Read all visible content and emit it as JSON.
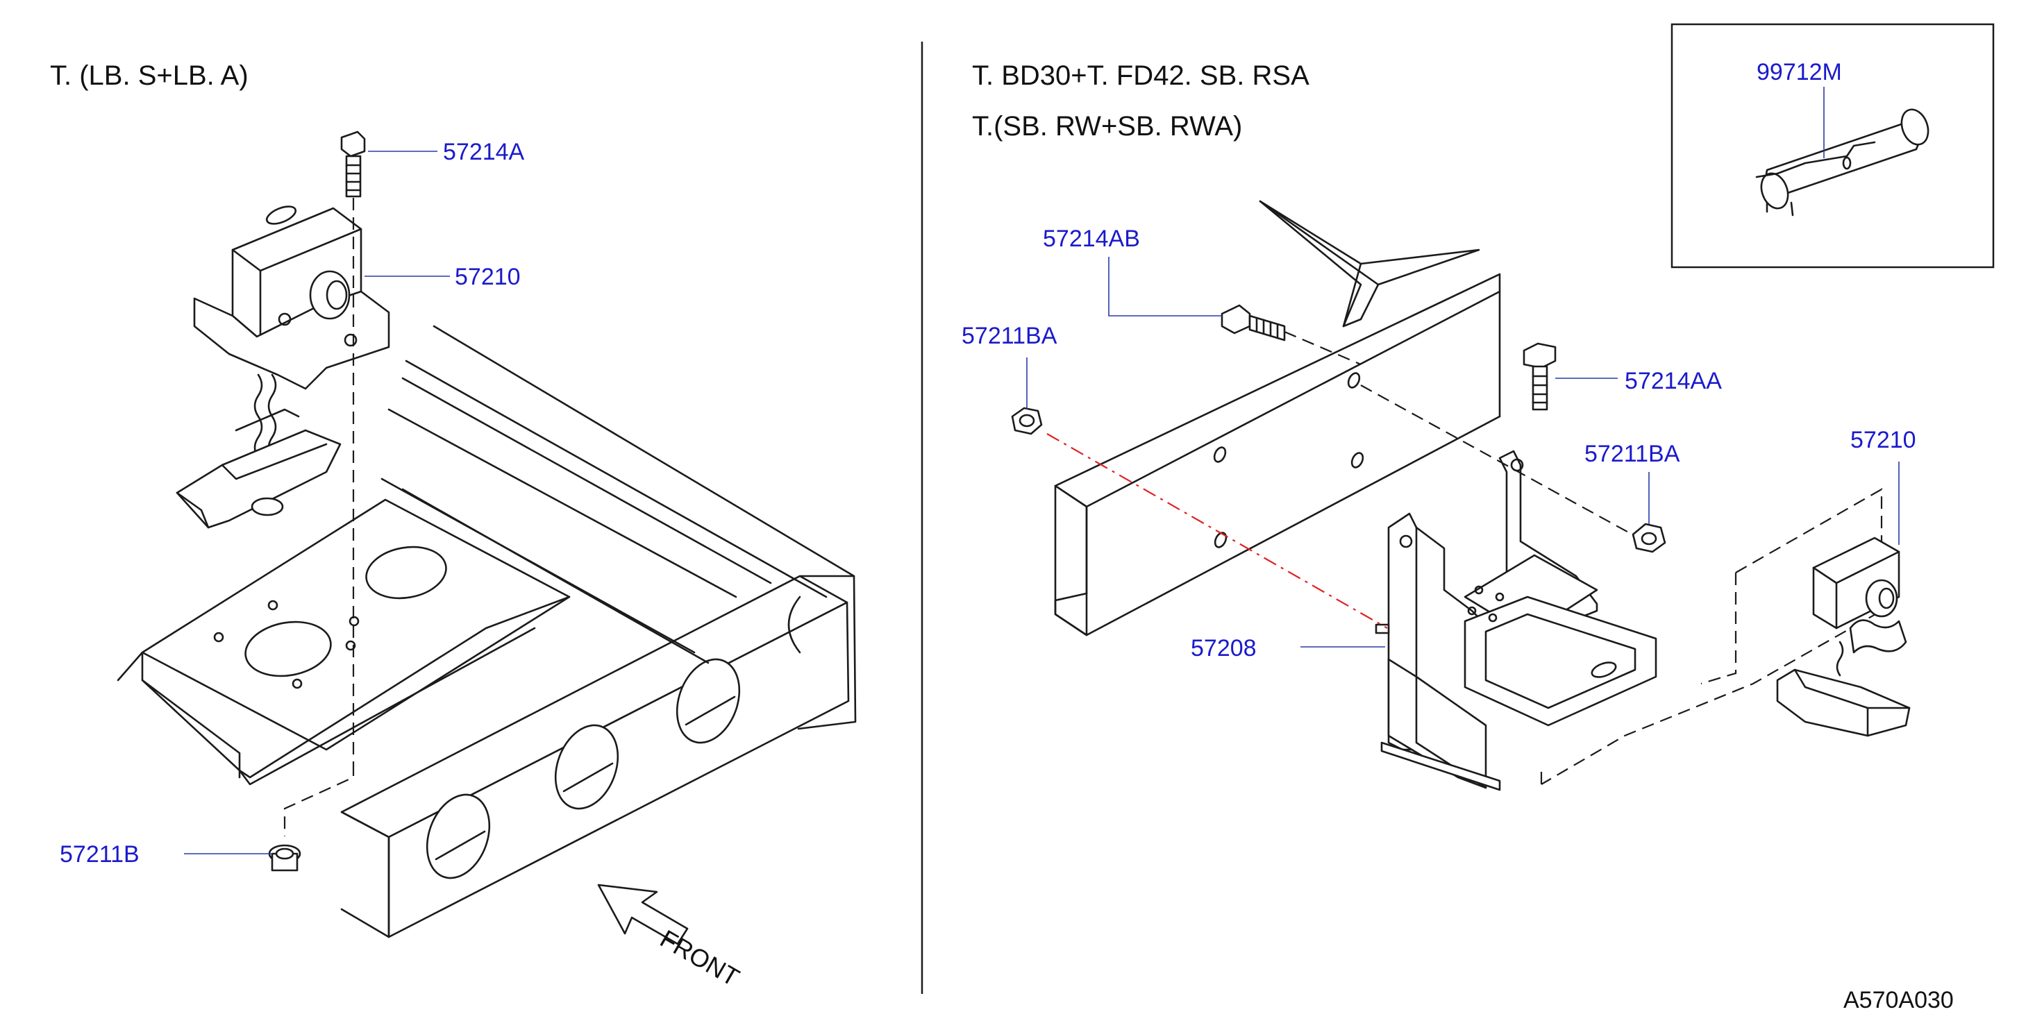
{
  "left_panel": {
    "heading": "T.  (LB.  S+LB.  A)",
    "front_label": "FRONT",
    "callouts": {
      "bolt": "57214A",
      "carrier": "57210",
      "nut": "57211B"
    }
  },
  "right_panel": {
    "heading_line1": "T.  BD30+T.  FD42.  SB.  RSA",
    "heading_line2": "T.(SB.  RW+SB.  RWA)",
    "callouts": {
      "bolt_ab": "57214AB",
      "nut_ba_left": "57211BA",
      "bolt_aa": "57214AA",
      "nut_ba_right": "57211BA",
      "carrier": "57210",
      "bracket": "57208"
    },
    "inset_callout": "99712M"
  },
  "diagram_code": "A570A030",
  "colors": {
    "callout_text": "#1a1acc",
    "leader_line": "#2a3aa8",
    "hidden_line": "#e02222",
    "line_art": "#1b1b1b"
  }
}
